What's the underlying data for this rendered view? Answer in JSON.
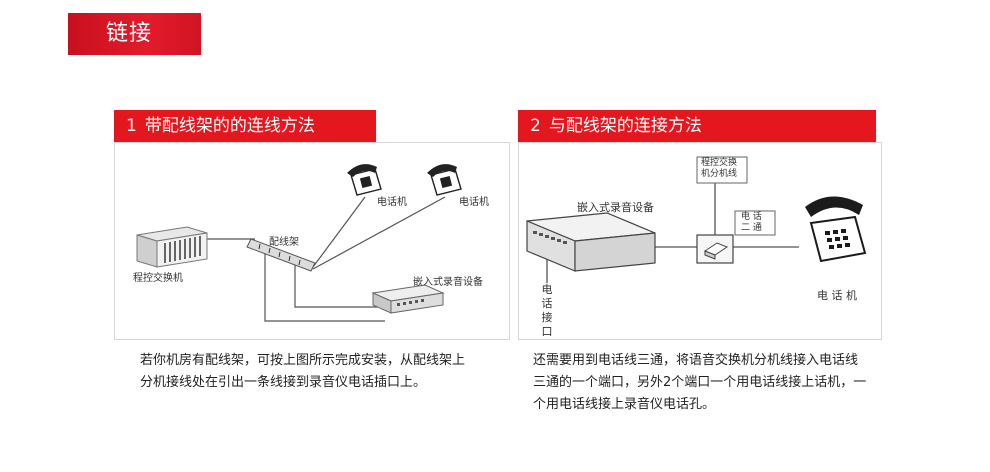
{
  "header": {
    "tab_label": "链接"
  },
  "section1": {
    "number": "1",
    "title": "带配线架的的连线方法",
    "labels": {
      "phone_a": "电话机",
      "phone_b": "电话机",
      "pbx": "程控交换机",
      "patch_panel": "配线架",
      "recorder": "嵌入式录音设备"
    },
    "description_lines": [
      "若你机房有配线架，可按上图所示完成安装，从配线架上",
      "分机接线处在引出一条线接到录音仪电话插口上。"
    ]
  },
  "section2": {
    "number": "2",
    "title": "与配线架的连接方法",
    "labels": {
      "recorder": "嵌入式录音设备",
      "pbx_line_1": "程控交换",
      "pbx_line_2": "机分机线",
      "phone_line_1": "电 话",
      "phone_line_2": "二 通",
      "recorder_port": "电话接口",
      "phone": "电 话 机"
    },
    "description_lines": [
      "还需要用到电话线三通，将语音交换机分机线接入电话线",
      "三通的一个端口，另外2个端口一个用电话线接上话机，一",
      "个用电话线接上录音仪电话孔。"
    ]
  },
  "colors": {
    "accent": "#e4171f",
    "border": "#d6d6d6"
  }
}
